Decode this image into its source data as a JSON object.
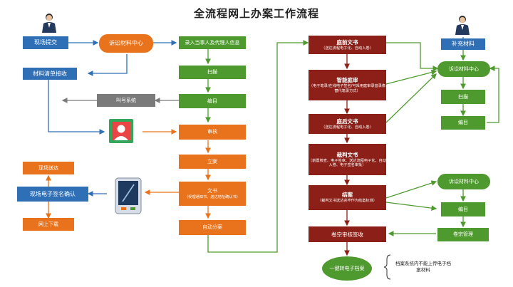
{
  "title": "全流程网上办案工作流程",
  "left": {
    "submit": "现场提交",
    "receive": "材料清单接收",
    "onsite": "现场送达",
    "esign": "现场电子签名确认",
    "download": "网上下载"
  },
  "center": {
    "material_center": "诉讼材料中心",
    "call_system": "叫号系统",
    "entry": "录入当事人及代理人信息",
    "scan": "扫描",
    "catalog": "编目",
    "review": "审核",
    "filing": "立案",
    "document": "文书",
    "document_sub": "（受理通知书、送达地址确认书）",
    "assign": "自动分案"
  },
  "court": {
    "pre_doc": "庭前文书",
    "pre_doc_sub": "（送达流程电子化、自动入卷）",
    "smart_trial": "智能庭审",
    "smart_trial_sub": "（电子笔录/在线电子签名/可采用庭审录音录像替代笔录方式）",
    "post_doc": "庭后文书",
    "post_doc_sub": "（送达流程电子化、自动入卷）",
    "judgment": "裁判文书",
    "judgment_sub": "（前置核查、电子签章、送达流程电子化、自动入卷、电子签名审批）",
    "close": "结案",
    "close_sub": "（裁判文书送达完毕作为结案标准）",
    "archive_review": "卷宗审核签收",
    "convert": "一键转电子档案",
    "note": "档案系统内不能上传电子档案材料"
  },
  "right": {
    "supplement": "补充材料",
    "material_center": "诉讼材料中心",
    "scan": "扫描",
    "catalog": "编目",
    "material_center2": "诉讼材料中心",
    "catalog2": "编目",
    "archive_manage": "卷宗管理"
  },
  "colors": {
    "blue": "#2e6fb6",
    "green": "#4f9a2f",
    "orange": "#e8731c",
    "maroon": "#8c2018",
    "gray": "#7a7a7a"
  }
}
